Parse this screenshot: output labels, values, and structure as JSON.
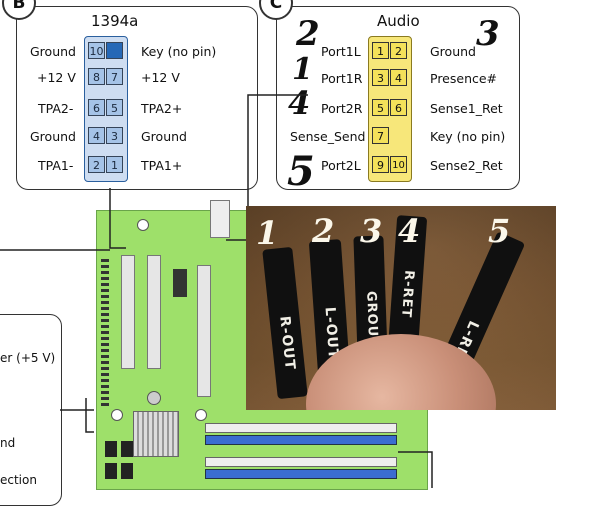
{
  "box_b": {
    "badge": "B",
    "title": "1394a",
    "rows": [
      {
        "left": "Ground",
        "pins": [
          "10",
          "█"
        ],
        "right": "Key (no pin)"
      },
      {
        "left": "+12 V",
        "pins": [
          "8",
          "7"
        ],
        "right": "+12 V"
      },
      {
        "left": "TPA2-",
        "pins": [
          "6",
          "5"
        ],
        "right": "TPA2+"
      },
      {
        "left": "Ground",
        "pins": [
          "4",
          "3"
        ],
        "right": "Ground"
      },
      {
        "left": "TPA1-",
        "pins": [
          "2",
          "1"
        ],
        "right": "TPA1+"
      }
    ]
  },
  "box_c": {
    "badge": "C",
    "title": "Audio",
    "rows": [
      {
        "left": "Port1L",
        "pins": [
          "1",
          "2"
        ],
        "right": "Ground"
      },
      {
        "left": "Port1R",
        "pins": [
          "3",
          "4"
        ],
        "right": "Presence#"
      },
      {
        "left": "Port2R",
        "pins": [
          "5",
          "6"
        ],
        "right": "Sense1_Ret"
      },
      {
        "left": "Sense_Send",
        "pins": [
          "7",
          ""
        ],
        "right": "Key (no pin)"
      },
      {
        "left": "Port2L",
        "pins": [
          "9",
          "10"
        ],
        "right": "Sense2_Ret"
      }
    ],
    "handwritten": [
      "2",
      "1",
      "4",
      "5",
      "3"
    ]
  },
  "photo": {
    "numbers": [
      "1",
      "2",
      "3",
      "4",
      "5"
    ],
    "cables": [
      "R-OUT",
      "L-OUT",
      "GROUND",
      "R-RET",
      "L-RET"
    ]
  },
  "left_box": {
    "partials": [
      "er (+5 V)",
      "nd",
      "ection"
    ]
  },
  "colors": {
    "pin_blue": "#c9dcf2",
    "pin_yellow": "#f4e15a",
    "board_green": "#9ee06a"
  }
}
